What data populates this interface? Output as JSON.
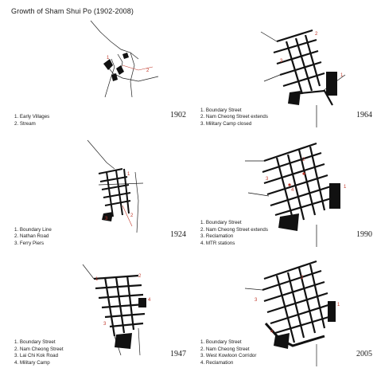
{
  "title": "Growth of Sham Shui Po (1902-2008)",
  "accent_color": "#c0392b",
  "panels": [
    {
      "year": "1902",
      "legend": [
        "1. Early Villages",
        "2. Stream"
      ]
    },
    {
      "year": "1964",
      "legend": [
        "1. Boundary Street",
        "2. Nam Cheong Street extends",
        "3. Military Camp closed"
      ]
    },
    {
      "year": "1924",
      "legend": [
        "1. Boundary Line",
        "2. Nathan Road",
        "3. Ferry Piers"
      ]
    },
    {
      "year": "1990",
      "legend": [
        "1. Boundary Street",
        "2. Nam Cheong Street extends",
        "3. Reclamation",
        "4. MTR stations"
      ]
    },
    {
      "year": "1947",
      "legend": [
        "1. Boundary Street",
        "2. Nam Cheong Street",
        "3. Lai Chi Kok Road",
        "4. Military Camp"
      ]
    },
    {
      "year": "2005",
      "legend": [
        "1. Boundary Street",
        "2. Nam Cheong Street",
        "3. West Kowloon Corridor",
        "4. Reclamation"
      ]
    }
  ]
}
